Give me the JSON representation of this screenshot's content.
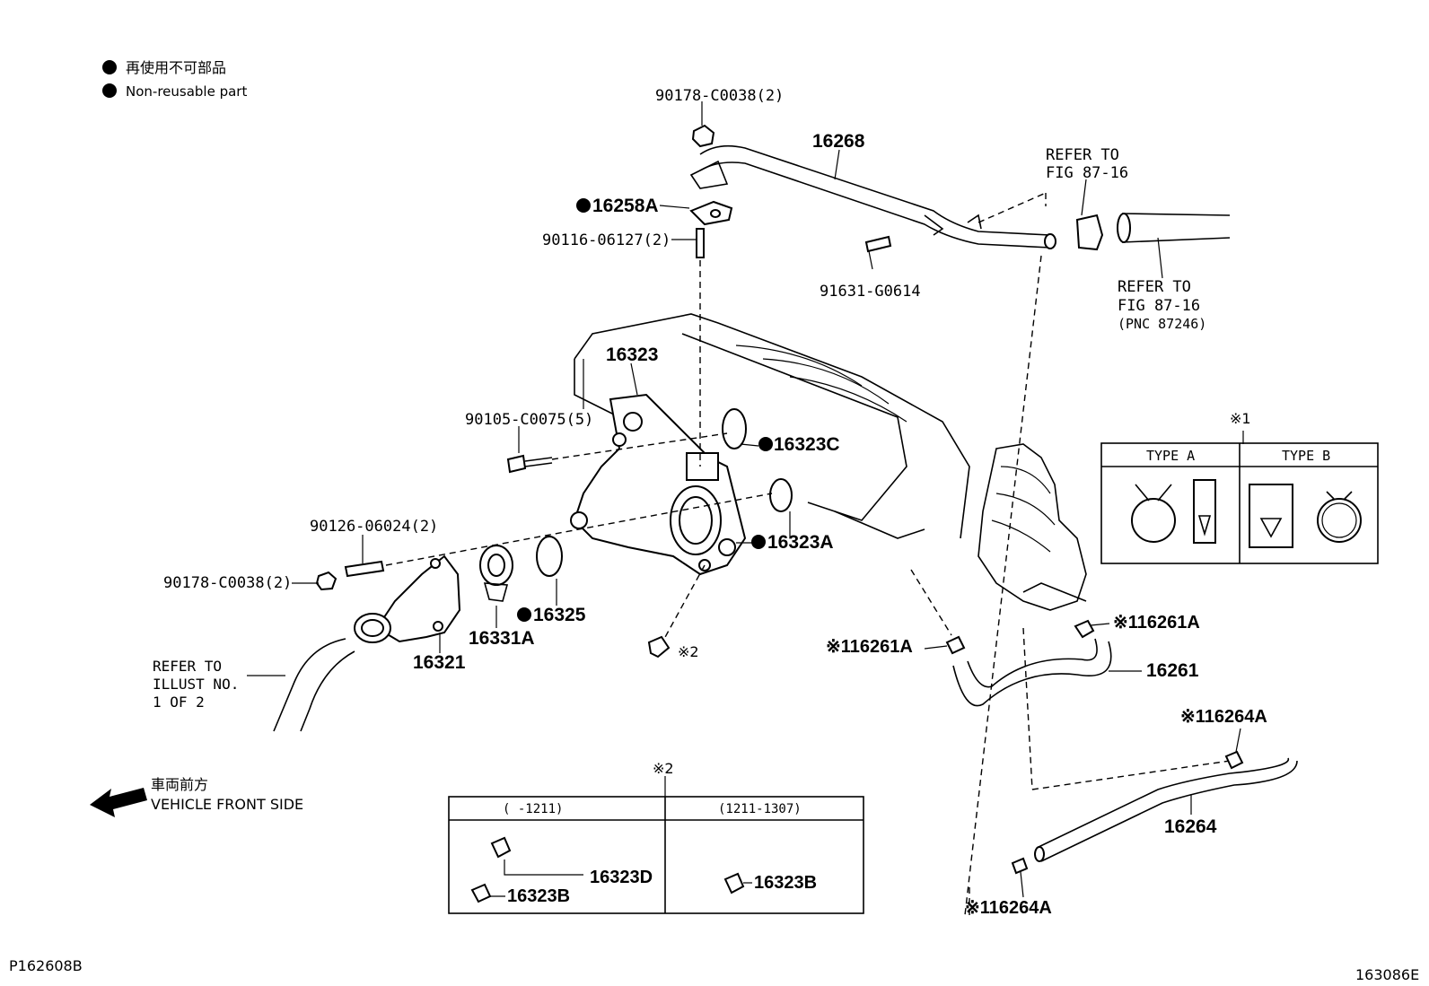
{
  "legend": {
    "jp": "再使用不可部品",
    "en": "Non-reusable part"
  },
  "labels": {
    "p_90178_top": "90178-C0038(2)",
    "p_16268": "16268",
    "refer_fig1_a": "REFER TO",
    "refer_fig1_b": "FIG 87-16",
    "p_16258A": "16258A",
    "p_90116": "90116-06127(2)",
    "p_91631": "91631-G0614",
    "refer_fig2_a": "REFER TO",
    "refer_fig2_b": "FIG 87-16",
    "refer_fig2_c": "(PNC 87246)",
    "p_16323": "16323",
    "p_90105": "90105-C0075(5)",
    "p_16323C": "16323C",
    "p_16323A": "16323A",
    "p_90126": "90126-06024(2)",
    "p_90178_left": "90178-C0038(2)",
    "p_16325": "16325",
    "p_16331A": "16331A",
    "p_16321": "16321",
    "mark2_bolt": "※2",
    "refer_illust_a": "REFER TO",
    "refer_illust_b": "ILLUST NO.",
    "refer_illust_c": "1 OF 2",
    "p_16261A_left": "※116261A",
    "p_16261A_right": "※116261A",
    "p_16261": "16261",
    "p_16264A_top": "※116264A",
    "p_16264": "16264",
    "p_16264A_bottom": "※116264A",
    "front_jp": "車両前方",
    "front_en": "VEHICLE FRONT SIDE",
    "code_left": "P162608B",
    "code_right": "163086E"
  },
  "type_table": {
    "mark": "※1",
    "type_a": "TYPE A",
    "type_b": "TYPE B"
  },
  "bottom_table": {
    "mark": "※2",
    "col1": "(      -1211)",
    "col2": "(1211-1307)",
    "p_16323D": "16323D",
    "p_16323B_left": "16323B",
    "p_16323B_right": "16323B"
  }
}
